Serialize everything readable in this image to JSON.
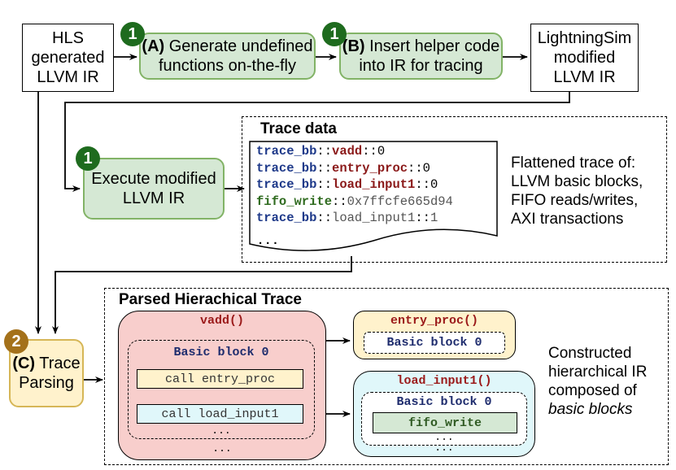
{
  "nodes": {
    "hls_ir": "HLS generated LLVM IR",
    "step_a_prefix": "(A)",
    "step_a_text": "Generate undefined functions on-the-fly",
    "step_b_prefix": "(B)",
    "step_b_text": "Insert helper code into IR for tracing",
    "lightningsim_ir": "LightningSim modified LLVM IR",
    "execute": "Execute modified LLVM IR",
    "step_c_prefix": "(C)",
    "step_c_text": "Trace Parsing"
  },
  "badges": {
    "a": "1",
    "b": "1",
    "exec": "1",
    "c": "2"
  },
  "trace": {
    "title": "Trace data",
    "lines": [
      {
        "kw": "trace_bb",
        "sep": "::",
        "name": "vadd",
        "sep2": "::",
        "val": "0",
        "style": "red"
      },
      {
        "kw": "trace_bb",
        "sep": "::",
        "name": "entry_proc",
        "sep2": "::",
        "val": "0",
        "style": "red"
      },
      {
        "kw": "trace_bb",
        "sep": "::",
        "name": "load_input1",
        "sep2": "::",
        "val": "0",
        "style": "red"
      },
      {
        "kw": "fifo_write",
        "sep": "::",
        "name": "0x7ffcfe665d94",
        "sep2": "",
        "val": "",
        "style": "grey"
      },
      {
        "kw": "trace_bb",
        "sep": "::",
        "name": "load_input1",
        "sep2": "::",
        "val": "1",
        "style": "grey"
      }
    ],
    "more": "· · ·",
    "description": "Flattened trace of: LLVM basic blocks, FIFO reads/writes, AXI transactions"
  },
  "parsed": {
    "title": "Parsed Hierachical Trace",
    "vadd": {
      "title": "vadd()",
      "block_title": "Basic block 0",
      "call1": "call entry_proc",
      "call2": "call load_input1",
      "inner_more": "...",
      "outer_more": "..."
    },
    "entry_proc": {
      "title": "entry_proc()",
      "block_title": "Basic block 0"
    },
    "load_input1": {
      "title": "load_input1()",
      "block_title": "Basic block 0",
      "op": "fifo_write",
      "inner_more": "...",
      "outer_more": "..."
    },
    "description_lines": [
      "Constructed",
      "hierarchical IR",
      "composed of",
      "basic blocks"
    ]
  },
  "colors": {
    "green_fill": "#d5e8d4",
    "green_stroke": "#82b366",
    "yellow_fill": "#fff2cc",
    "pink_fill": "#f8cecc",
    "cyan_fill": "#e0f7fa",
    "badge_green": "#1e6b1e",
    "badge_orange": "#a4711a"
  }
}
